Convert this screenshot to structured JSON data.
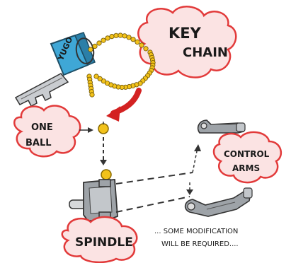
{
  "labels": {
    "key_line1": "KEY",
    "key_line2": "CHAIN",
    "ball_line1": "ONE",
    "ball_line2": "BALL",
    "control_line1": "CONTROL",
    "control_line2": "ARMS",
    "spindle": "SPINDLE",
    "note_line1": "... SOME MODIFICATION",
    "note_line2": "WILL BE REQUIRED...."
  },
  "key": {
    "tag_text": "YUGO"
  },
  "colors": {
    "cloud_red": "#e23a3a",
    "cloud_fill": "#fbe3e3",
    "key_blue": "#3fa7d6",
    "key_metal": "#8a8f96",
    "ball_yellow": "#f2c21b",
    "arrow_red": "#d32222",
    "part_gray": "#9ea3a8"
  }
}
